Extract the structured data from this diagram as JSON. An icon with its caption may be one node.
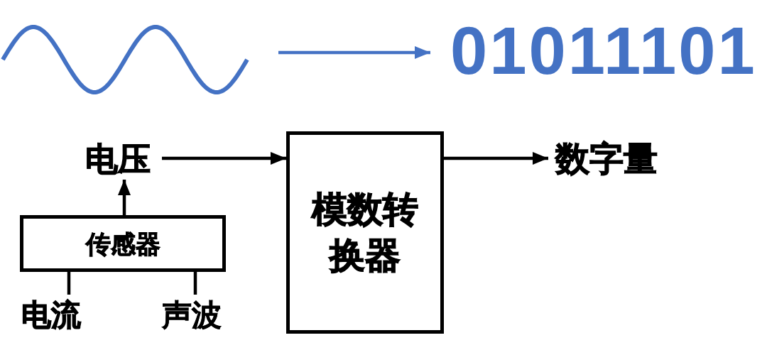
{
  "diagram": {
    "nodes": [
      {
        "text": [],
        "shape": "wave"
      },
      {
        "text": [
          "01011101"
        ]
      },
      {
        "text": [
          "电压"
        ]
      },
      {
        "text": [
          "传感器"
        ]
      },
      {
        "text": [
          "电流"
        ]
      },
      {
        "text": [
          "声波"
        ]
      },
      {
        "text": [
          "模数转换器"
        ]
      },
      {
        "text": [
          "数字量"
        ]
      }
    ],
    "edges": [
      {
        "from": 0,
        "to": 1,
        "arrow": "to",
        "color": "#4472c4"
      },
      {
        "from": 2,
        "to": 6,
        "arrow": "to"
      },
      {
        "from": 3,
        "to": 2,
        "arrow": "to"
      },
      {
        "from": 4,
        "to": 3,
        "arrow": "none"
      },
      {
        "from": 5,
        "to": 3,
        "arrow": "none"
      },
      {
        "from": 6,
        "to": 7,
        "arrow": "to"
      }
    ]
  }
}
